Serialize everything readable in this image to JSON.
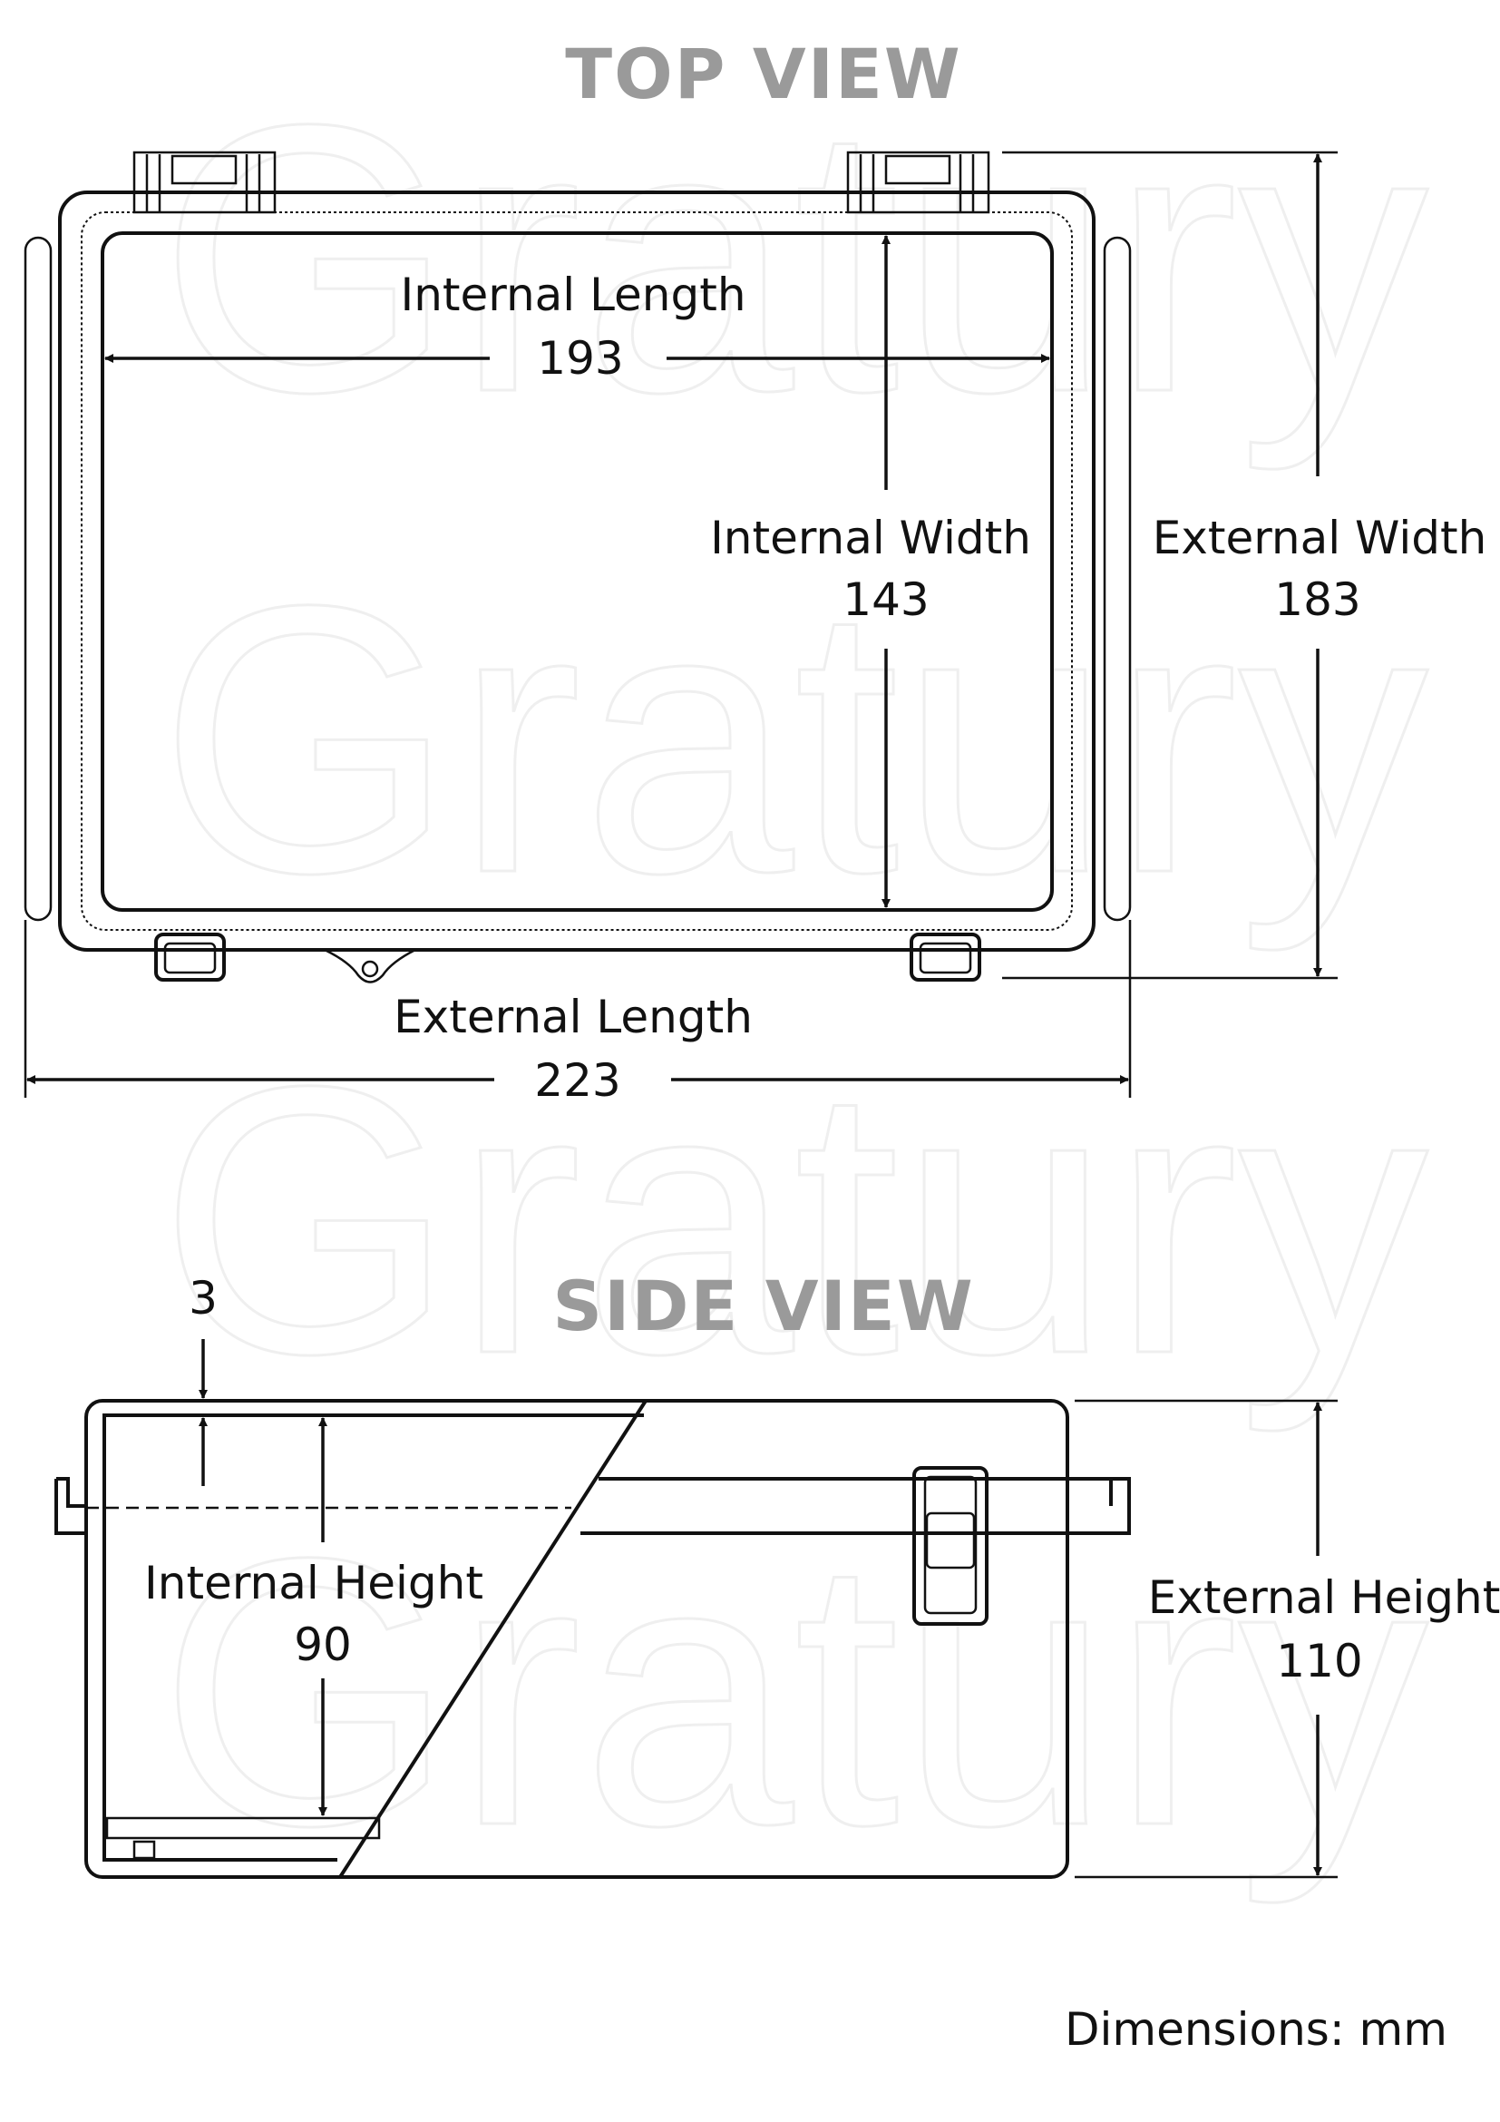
{
  "watermark": "Gratury",
  "top_view": {
    "title": "TOP  VIEW",
    "internal_length": {
      "label": "Internal Length",
      "value": "193"
    },
    "internal_width": {
      "label": "Internal Width",
      "value": "143"
    },
    "external_width": {
      "label": "External Width",
      "value": "183"
    },
    "external_length": {
      "label": "External Length",
      "value": "223"
    }
  },
  "side_view": {
    "title": "SIDE VIEW",
    "wall_thickness": {
      "value": "3"
    },
    "internal_height": {
      "label": "Internal Height",
      "value": "90"
    },
    "external_height": {
      "label": "External Height",
      "value": "110"
    }
  },
  "footer": {
    "units": "Dimensions: mm"
  }
}
